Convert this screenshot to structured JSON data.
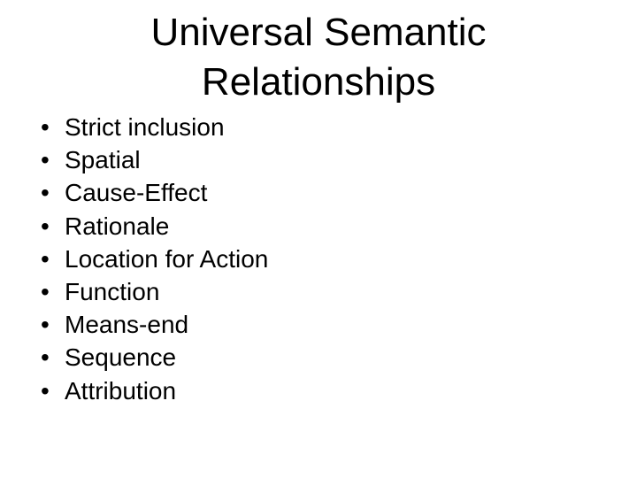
{
  "slide": {
    "title": "Universal Semantic Relationships",
    "bullet_glyph": "•",
    "bullets": [
      "Strict inclusion",
      "Spatial",
      "Cause-Effect",
      "Rationale",
      "Location for Action",
      "Function",
      "Means-end",
      "Sequence",
      "Attribution"
    ],
    "colors": {
      "background": "#ffffff",
      "text": "#000000"
    }
  }
}
